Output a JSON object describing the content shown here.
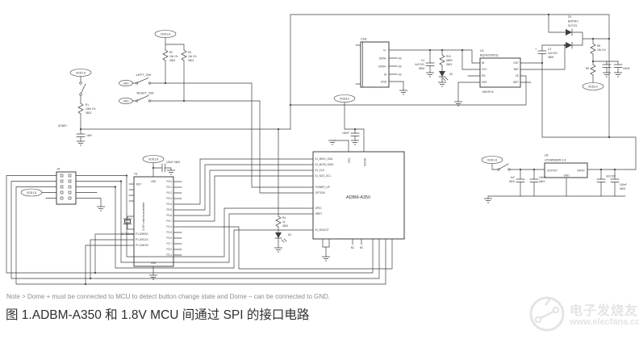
{
  "figure": {
    "note": "Note > Dome + must be connected to MCU to detect button change state and Dome – can be connected to GND.",
    "caption": "图 1.ADBM-A350 和 1.8V MCU 间通过 SPI 的接口电路"
  },
  "watermark": {
    "name": "电子发烧友",
    "url": "www.elecfans.com"
  },
  "tags": {
    "vdd18": "VDD1.8",
    "vdd30": "VDD3.0",
    "gnd": "GND"
  },
  "dome": {
    "net": "DOME+",
    "r1": "R1",
    "r1_val": "100k 1%",
    "r1_size": "0603",
    "c1_val": "15nF"
  },
  "sw": {
    "left": "LEFT_SW",
    "right": "RIGHT_SW",
    "r2": "R2",
    "r3": "R3",
    "val": "10k 1%",
    "size": "0603"
  },
  "j4": {
    "ref": "J4"
  },
  "mcu": {
    "ref": "X1",
    "name": "1.8V microcontroller",
    "vdd": "VDD",
    "vss": "VSS",
    "rst": "RST",
    "c5_val": "100nF 0603",
    "xtal": "32.768kHz",
    "spi": [
      "P1.2/MISO",
      "P1.3/SCLK",
      "P1.1/MOSI"
    ],
    "right_pins": [
      "P0.0",
      "P0.1",
      "P0.2",
      "P0.3",
      "P0.4",
      "P0.5",
      "P0.6",
      "P0.7",
      "P1.4",
      "P1.5",
      "P1.6",
      "P1.7",
      "P2.0",
      "P2.1"
    ]
  },
  "adbm": {
    "name": "ADBM-A350",
    "vss": "VSS",
    "vddio": "VDDIO",
    "nc": "NC",
    "c6_val": "100nF",
    "left_pins": [
      "IO_MISO_SDA",
      "IO_MOSI_SDIO",
      "IO_CLK",
      "IO_NCS_SCL",
      "POWER_UP",
      "OPTION",
      "GPIO",
      "NRST",
      "IN_SELECT"
    ]
  },
  "led": {
    "r4": "R4",
    "r4_val": "1k",
    "size": "0603",
    "d2": "D2"
  },
  "cn1": {
    "ref": "CN1",
    "pins": [
      "V+",
      "DATA-",
      "DATA+",
      "ID",
      "GND"
    ],
    "nc": "NC"
  },
  "chg": {
    "ref": "U3",
    "part": "BQ24232DDQ",
    "pkg": "MSOP-8",
    "in": "IN",
    "vcc": "VCC",
    "en": "EN",
    "vss": "VSS",
    "out": "OUT",
    "bat": "BAT",
    "ce": "CE",
    "iset": "ISET",
    "c4": "C4",
    "c4_val": "4u7/10V",
    "c4_size": "0805",
    "c3": "C3",
    "c3_val": "4u7/10V",
    "c3_size": "0805",
    "c3_plus": "+",
    "r10": "R10",
    "r10_val": "680R",
    "r10_size": "0603",
    "d3": "D3"
  },
  "d1": {
    "ref": "D1",
    "part": "BAT54C",
    "pkg": "SOT23"
  },
  "div": {
    "r8": "R8",
    "r8_val": "10k 1%",
    "r9": "R9",
    "r9_val": "100k",
    "c_val": "100nF"
  },
  "ldo": {
    "ref": "U5",
    "part": "LP2985AIM5-1.8",
    "out": "OUTPUT",
    "in": "INPUT",
    "gnd": "GND",
    "c21_val": "1uF",
    "c21_size": "0603",
    "c22_val": "100nF",
    "c22_size": "0603",
    "c23_val": "4u7/10V",
    "c23_size": "0805",
    "c24_val": "100nF",
    "c24_size": "0603"
  }
}
